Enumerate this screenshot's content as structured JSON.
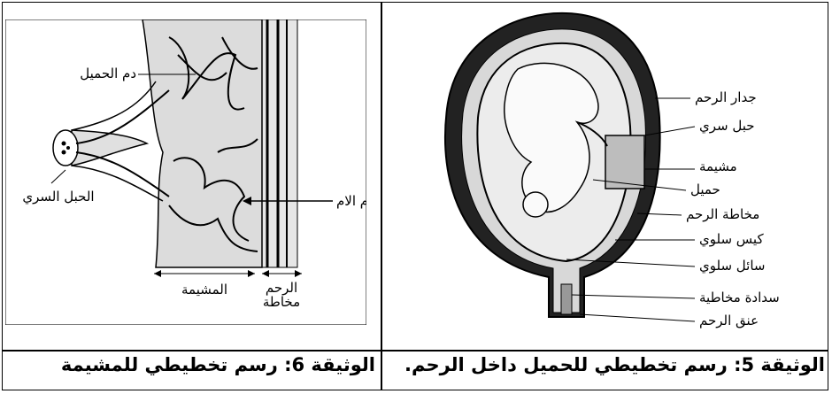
{
  "left_figure": {
    "caption": "الوثيقة 6: رسم تخطيطي للمشيمة",
    "labels": {
      "fetal_blood": "دم الحميل",
      "umbilical_cord": "الحبل السري",
      "maternal_blood": "دم الام",
      "placenta": "المشيمة",
      "uterine_mucosa_line1": "الرحم",
      "uterine_mucosa_line2": "مخاطة"
    }
  },
  "right_figure": {
    "caption": "الوثيقة 5: رسم تخطيطي للحميل داخل الرحم.",
    "labels": {
      "uterine_wall": "جدار الرحم",
      "umbilical_cord": "حبل سري",
      "placenta": "مشيمة",
      "embryo": "حميل",
      "uterine_mucosa": "مخاطة الرحم",
      "amniotic_sac": "كيس سلوي",
      "amniotic_fluid": "سائل سلوي",
      "mucus_plug": "سدادة مخاطية",
      "cervix": "عنق الرحم"
    }
  }
}
